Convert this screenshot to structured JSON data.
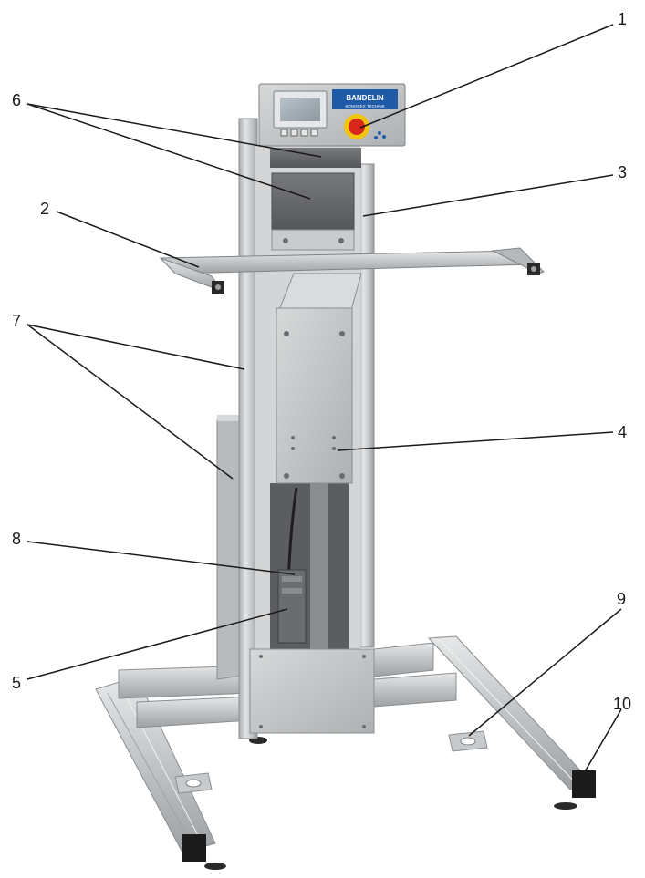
{
  "display": {
    "brand_line1": "BANDELIN",
    "brand_line2": "SONOREX TECHNIK"
  },
  "callouts": {
    "c1": "1",
    "c2": "2",
    "c3": "3",
    "c4": "4",
    "c5": "5",
    "c6": "6",
    "c7": "7",
    "c8": "8",
    "c9": "9",
    "c10": "10"
  },
  "colors": {
    "aluminium": "#c9ccce",
    "steel_plate": "#b9bcbe",
    "dark_panel": "#5f6164",
    "brand_blue": "#1f5aa6",
    "estop_red": "#d8261c",
    "estop_yellow": "#f1c40f"
  }
}
